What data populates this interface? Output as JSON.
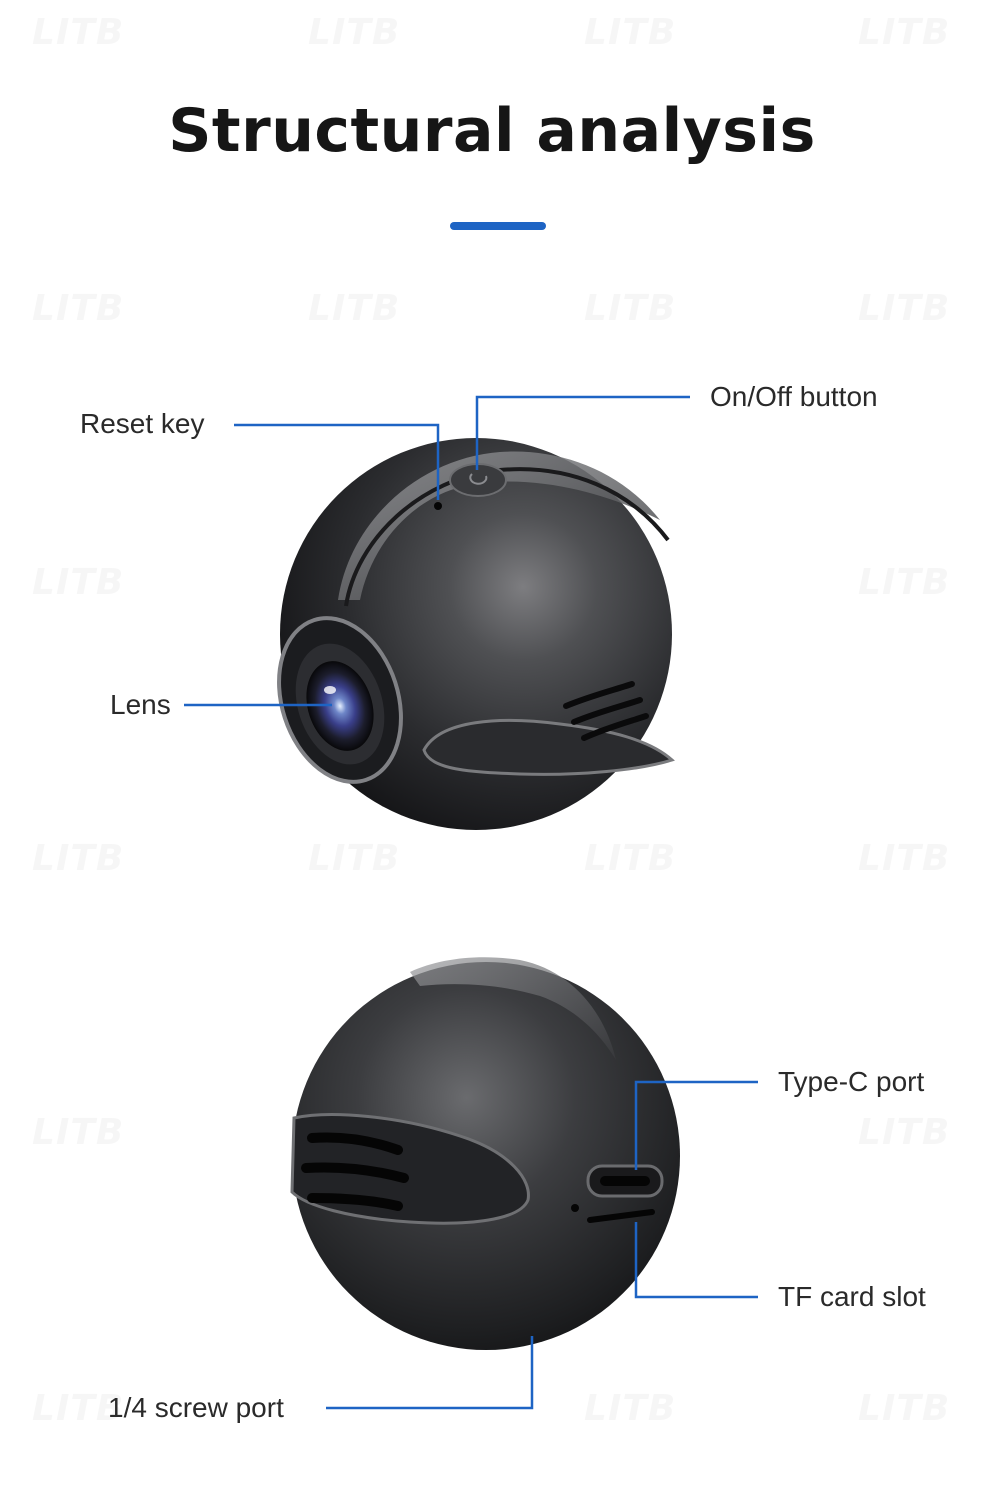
{
  "title": "Structural analysis",
  "watermark_text": "LITB",
  "accent_color": "#1e64c4",
  "labels": {
    "reset_key": "Reset key",
    "on_off_button": "On/Off button",
    "lens": "Lens",
    "type_c_port": "Type-C port",
    "tf_card_slot": "TF card slot",
    "screw_port": "1/4 screw port"
  }
}
